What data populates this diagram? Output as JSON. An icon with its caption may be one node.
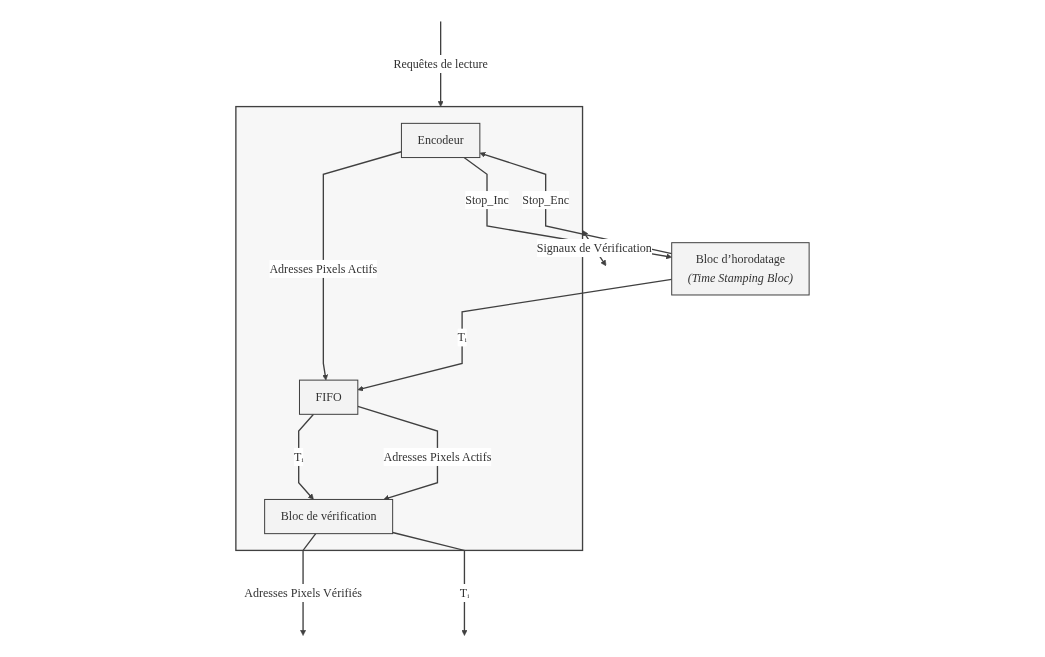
{
  "diagram": {
    "nodes": [
      {
        "text": [],
        "shape": "box"
      },
      {
        "text": [
          "Encodeur"
        ],
        "in": 0
      },
      {
        "text": [
          "FIFO"
        ],
        "in": 0
      },
      {
        "text": [
          "Bloc de vérification"
        ],
        "in": 0
      },
      {
        "text": [
          "Bloc d’horodatage",
          "(Time Stamping Bloc)"
        ]
      }
    ],
    "edges": [
      {
        "from": null,
        "to": 0,
        "label": "Requêtes de lecture",
        "arrow": "to"
      },
      {
        "from": 0,
        "to": null,
        "label": "Signaux de Vérification",
        "arrow": "both"
      },
      {
        "from": 1,
        "to": 4,
        "label": "Stop_Inc",
        "arrow": "to"
      },
      {
        "from": 4,
        "to": 1,
        "label": "Stop_Enc",
        "arrow": "to"
      },
      {
        "from": 1,
        "to": 2,
        "label": "Adresses Pixels Actifs",
        "arrow": "to"
      },
      {
        "from": 4,
        "to": 2,
        "label": "Tᵢ",
        "arrow": "to"
      },
      {
        "from": 2,
        "to": 3,
        "label": "Tᵢ",
        "arrow": "to"
      },
      {
        "from": 2,
        "to": 3,
        "label": "Adresses Pixels Actifs",
        "arrow": "to"
      },
      {
        "from": 3,
        "to": null,
        "label": "Adresses Pixels Vérifiés",
        "arrow": "to"
      },
      {
        "from": 3,
        "to": null,
        "label": "Tᵢ",
        "arrow": "to"
      }
    ]
  }
}
